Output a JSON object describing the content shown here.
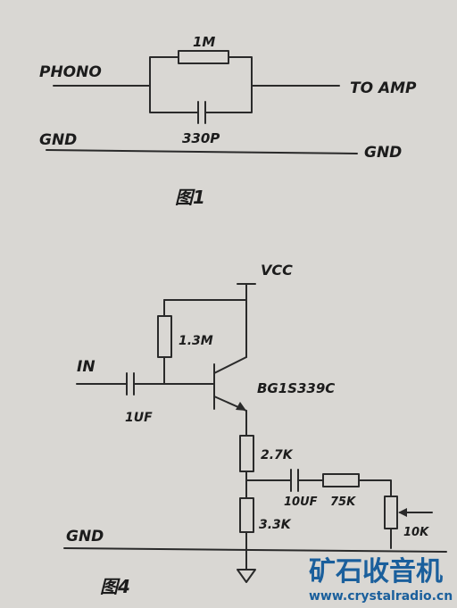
{
  "figure1": {
    "input_label": "PHONO",
    "output_label": "TO AMP",
    "gnd_left": "GND",
    "gnd_right": "GND",
    "resistor_label": "1M",
    "capacitor_label": "330P",
    "caption": "图1"
  },
  "figure4": {
    "vcc_label": "VCC",
    "input_label": "IN",
    "input_cap_label": "1UF",
    "bias_resistor_label": "1.3M",
    "transistor_label": "BG1S339C",
    "emitter_resistor_label": "2.7K",
    "lower_resistor_label": "3.3K",
    "coupling_cap_label": "10UF",
    "series_resistor_label": "75K",
    "pot_label": "10K",
    "gnd_label": "GND",
    "caption": "图4"
  },
  "watermark": {
    "title": "矿石收音机",
    "url": "www.crystalradio.cn"
  },
  "colors": {
    "paper": "#d9d7d3",
    "ink": "#2a2a2a",
    "watermark": "#1a5f9c"
  }
}
